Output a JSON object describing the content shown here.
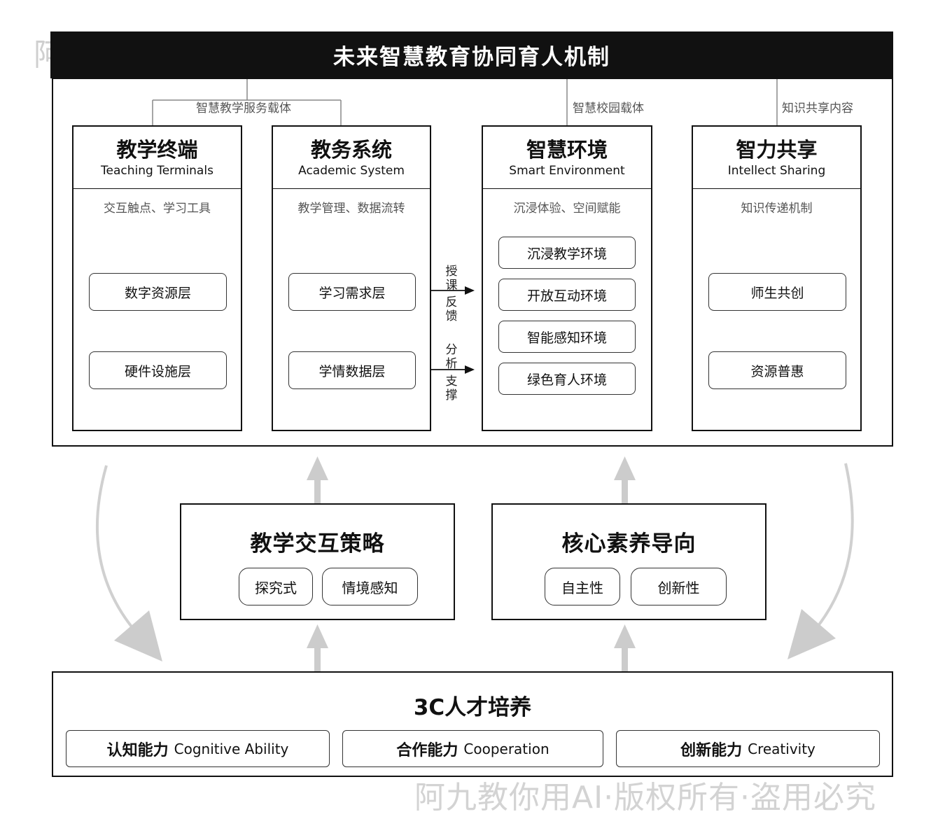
{
  "watermark": "阿九教你用AI·版权所有·盗用必究",
  "header": {
    "title": "未来智慧教育协同育人机制"
  },
  "carriers": {
    "teaching_service": "智慧教学服务载体",
    "campus": "智慧校园载体",
    "knowledge": "知识共享内容"
  },
  "columns": [
    {
      "title": "教学终端",
      "subtitle": "Teaching Terminals",
      "desc": "交互触点、学习工具",
      "items": [
        "数字资源层",
        "硬件设施层"
      ]
    },
    {
      "title": "教务系统",
      "subtitle": "Academic System",
      "desc": "教学管理、数据流转",
      "items": [
        "学习需求层",
        "学情数据层"
      ]
    },
    {
      "title": "智慧环境",
      "subtitle": "Smart Environment",
      "desc": "沉浸体验、空间赋能",
      "items": [
        "沉浸教学环境",
        "开放互动环境",
        "智能感知环境",
        "绿色育人环境"
      ]
    },
    {
      "title": "智力共享",
      "subtitle": "Intellect Sharing",
      "desc": "知识传递机制",
      "items": [
        "师生共创",
        "资源普惠"
      ]
    }
  ],
  "flow_labels": {
    "upper_top": "授课",
    "upper_bottom": "反馈",
    "lower_top": "分析",
    "lower_bottom": "支撑"
  },
  "strategy": {
    "title": "教学交互策略",
    "tags": [
      "探究式",
      "情境感知"
    ]
  },
  "literacy": {
    "title": "核心素养导向",
    "tags": [
      "自主性",
      "创新性"
    ]
  },
  "talent": {
    "title": "3C人才培养",
    "abilities": [
      {
        "cn": "认知能力",
        "en": "Cognitive Ability"
      },
      {
        "cn": "合作能力",
        "en": "Cooperation"
      },
      {
        "cn": "创新能力",
        "en": "Creativity"
      }
    ]
  },
  "colors": {
    "header_bg": "#111111",
    "arrow_gray": "#cccccc",
    "border": "#111111",
    "muted_text": "#555555"
  }
}
